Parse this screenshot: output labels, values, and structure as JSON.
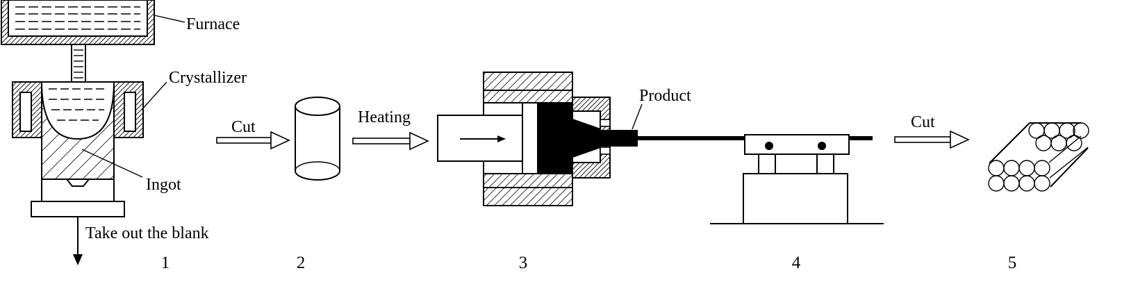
{
  "labels": {
    "furnace": "Furnace",
    "crystallizer": "Crystallizer",
    "ingot": "Ingot",
    "take_out": "Take out the blank",
    "cut_1": "Cut",
    "heating": "Heating",
    "product": "Product",
    "cut_2": "Cut"
  },
  "step_numbers": [
    "1",
    "2",
    "3",
    "4",
    "5"
  ]
}
